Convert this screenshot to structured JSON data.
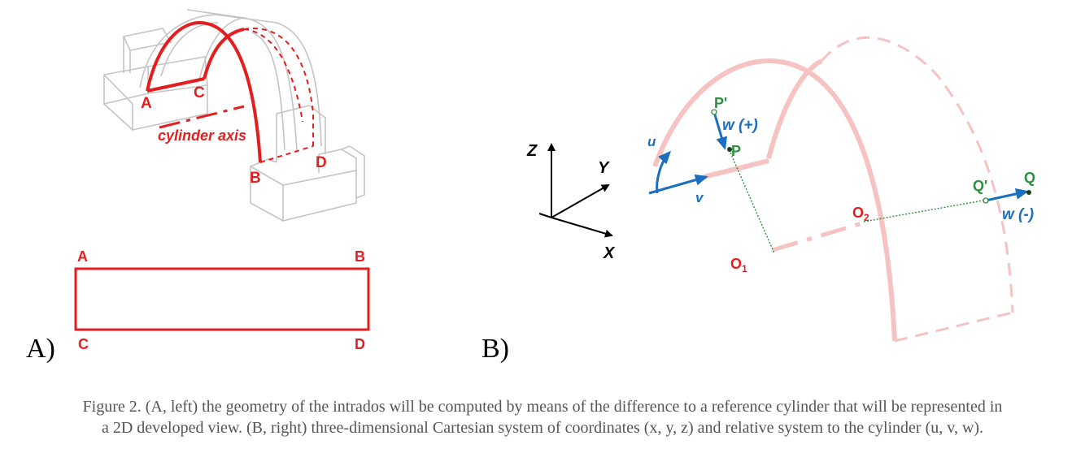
{
  "panel_a": {
    "panel_label": "A)",
    "labels": {
      "a": "A",
      "b": "B",
      "c": "C",
      "d": "D",
      "cylinder_axis": "cylinder axis"
    },
    "flat_labels": {
      "a": "A",
      "b": "B",
      "c": "C",
      "d": "D"
    }
  },
  "panel_b": {
    "panel_label": "B)",
    "axes": {
      "x": "X",
      "y": "Y",
      "z": "Z"
    },
    "local_axes": {
      "u": "u",
      "v": "v"
    },
    "points": {
      "p_prime": "P'",
      "p": "P",
      "q_prime": "Q'",
      "q": "Q",
      "o1": "O",
      "o1_sub": "1",
      "o2": "O",
      "o2_sub": "2"
    },
    "offsets": {
      "w_pos": "w (+)",
      "w_neg": "w (-)"
    }
  },
  "caption": {
    "line1": "Figure 2. (A, left) the geometry of the intrados will be computed by means of the difference to a reference cylinder that will be represented in",
    "line2": "a 2D developed view. (B, right) three-dimensional Cartesian system of coordinates (x, y, z) and relative system to the cylinder (u, v, w)."
  },
  "colors": {
    "red": "#e41e20",
    "pink": "#f6c2c2",
    "blue": "#1b6fc0",
    "green": "#2a8f3e",
    "gray": "#c4c4c4",
    "black": "#000000"
  }
}
